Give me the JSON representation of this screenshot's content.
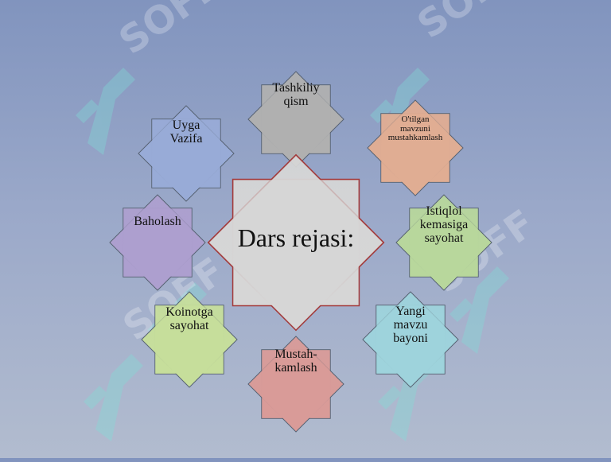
{
  "watermark": {
    "text": "SOFF",
    "icon": "soff-logo-icon"
  },
  "center": {
    "label": "Dars rejasi:"
  },
  "nodes": [
    {
      "label": "Tashkiliy\nqism",
      "color": "#b0b0b0"
    },
    {
      "label": "O'tilgan\nmavzuni\nmustahkamlash",
      "color": "#e0ad93"
    },
    {
      "label": "Istiqlol\nkemasiga\nsayohat",
      "color": "#b8d79c"
    },
    {
      "label": "Yangi\nmavzu\nbayoni",
      "color": "#9ed3dc"
    },
    {
      "label": "Mustah-\nkamlash",
      "color": "#d99b98"
    },
    {
      "label": "Koinotga\nsayohat",
      "color": "#c6de9b"
    },
    {
      "label": "Baholash",
      "color": "#ad9fcf"
    },
    {
      "label": "Uyga\nVazifa",
      "color": "#98abd7"
    }
  ]
}
